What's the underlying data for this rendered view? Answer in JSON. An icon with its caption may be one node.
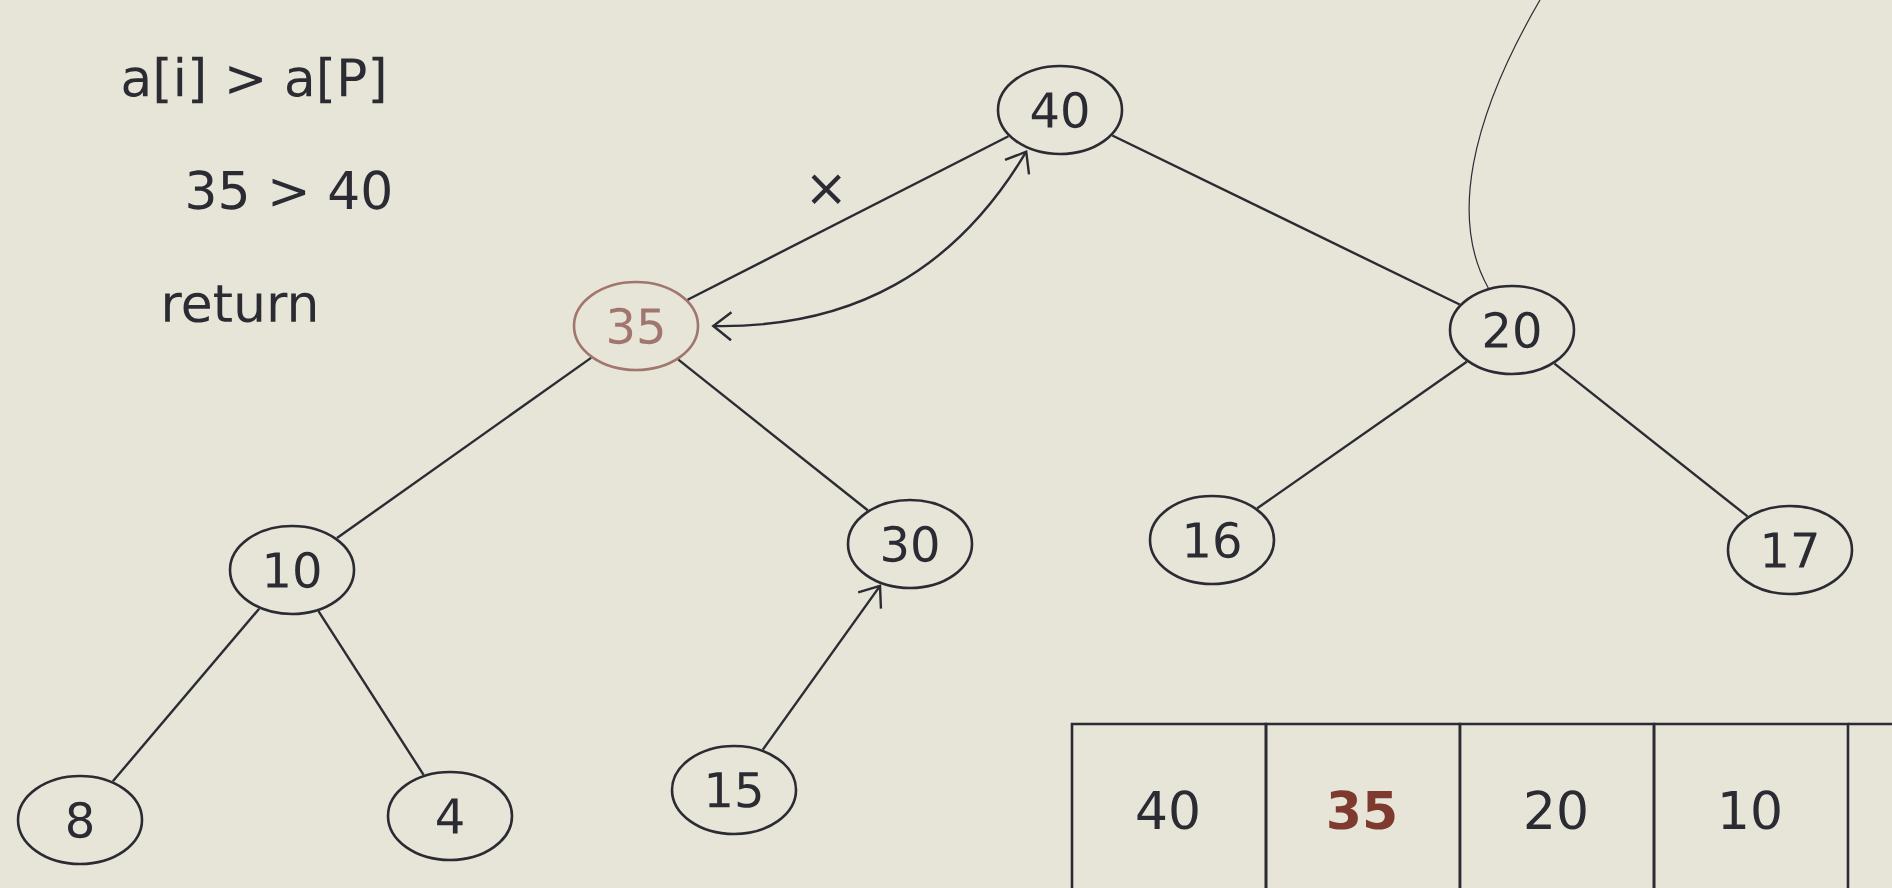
{
  "diagram": {
    "nodes": [
      {
        "text": [
          "40"
        ]
      },
      {
        "text": [
          "35"
        ]
      },
      {
        "text": [
          "20"
        ]
      },
      {
        "text": [
          "10"
        ]
      },
      {
        "text": [
          "30"
        ]
      },
      {
        "text": [
          "16"
        ]
      },
      {
        "text": [
          "17"
        ]
      },
      {
        "text": [
          "8"
        ]
      },
      {
        "text": [
          "4"
        ]
      },
      {
        "text": [
          "15"
        ]
      }
    ],
    "edges": [
      {
        "from": 0,
        "to": 1,
        "arrow": "none"
      },
      {
        "from": 0,
        "to": 2,
        "arrow": "none"
      },
      {
        "from": 1,
        "to": 0,
        "arrow": "both"
      },
      {
        "from": 1,
        "to": 3,
        "arrow": "none"
      },
      {
        "from": 1,
        "to": 4,
        "arrow": "none"
      },
      {
        "from": 2,
        "to": 5,
        "arrow": "none"
      },
      {
        "from": 2,
        "to": 6,
        "arrow": "none"
      },
      {
        "from": 3,
        "to": 7,
        "arrow": "none"
      },
      {
        "from": 3,
        "to": 8,
        "arrow": "none"
      },
      {
        "from": 9,
        "to": 4,
        "arrow": "to"
      },
      {
        "from": null,
        "to": 2,
        "arrow": "none"
      }
    ],
    "labels": [
      "a[i] > a[P]",
      "35 > 40",
      "×",
      "return",
      "40",
      "35",
      "20",
      "10"
    ]
  }
}
